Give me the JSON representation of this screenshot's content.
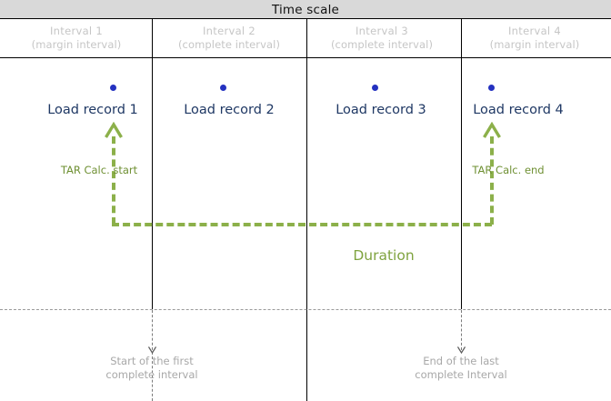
{
  "header": {
    "title": "Time scale",
    "band_color": "#d9d9d9"
  },
  "intervals": [
    {
      "name": "Interval  1",
      "subtitle": "(margin interval)"
    },
    {
      "name": "Interval  2",
      "subtitle": "(complete interval)"
    },
    {
      "name": "Interval  3",
      "subtitle": "(complete interval)"
    },
    {
      "name": "Interval  4",
      "subtitle": "(margin interval)"
    }
  ],
  "records": [
    {
      "label": "Load record 1"
    },
    {
      "label": "Load record 2"
    },
    {
      "label": "Load record 3"
    },
    {
      "label": "Load record 4"
    }
  ],
  "annotations": {
    "tar_start": "TAR Calc. start",
    "tar_end": "TAR Calc. end",
    "duration": "Duration",
    "first_complete_line1": "Start of the first",
    "first_complete_line2": "complete interval",
    "last_complete_line1": "End of the last",
    "last_complete_line2": "complete Interval"
  },
  "colors": {
    "record_dot": "#2431c0",
    "record_text": "#1f3864",
    "tar_green": "#8cb04a",
    "duration_green": "#7fa33f",
    "interval_grey": "#c6c6c6",
    "note_grey": "#a8a8a8",
    "rule_black": "#000000"
  }
}
